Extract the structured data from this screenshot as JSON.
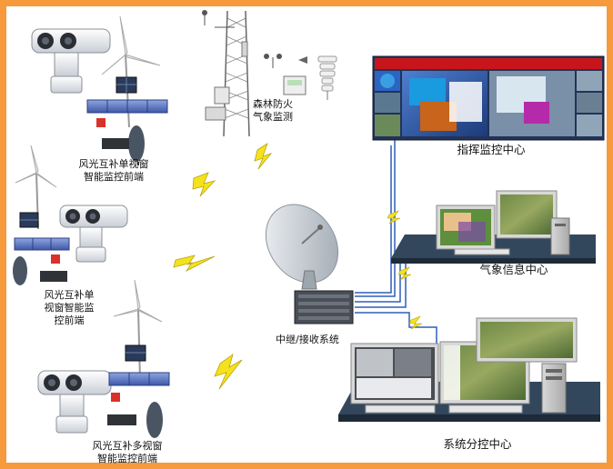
{
  "labels": {
    "camera_single_1": [
      "风光互补单视窗",
      "智能监控前端"
    ],
    "camera_single_2": [
      "风光互补单",
      "视窗智能监",
      "控前端"
    ],
    "camera_multi": [
      "风光互补多视窗",
      "智能监控前端"
    ],
    "weather_station": [
      "森林防火",
      "气象监测"
    ],
    "command_center": "指挥监控中心",
    "weather_center": "气象信息中心",
    "relay_system": "中继/接收系统",
    "branch_center": "系统分控中心"
  },
  "colors": {
    "frame": "#f79a3e",
    "platform": "#33475c",
    "link_line": "#2f5fb8",
    "lightning": "#f4e21c",
    "banner": "#c8141b"
  }
}
